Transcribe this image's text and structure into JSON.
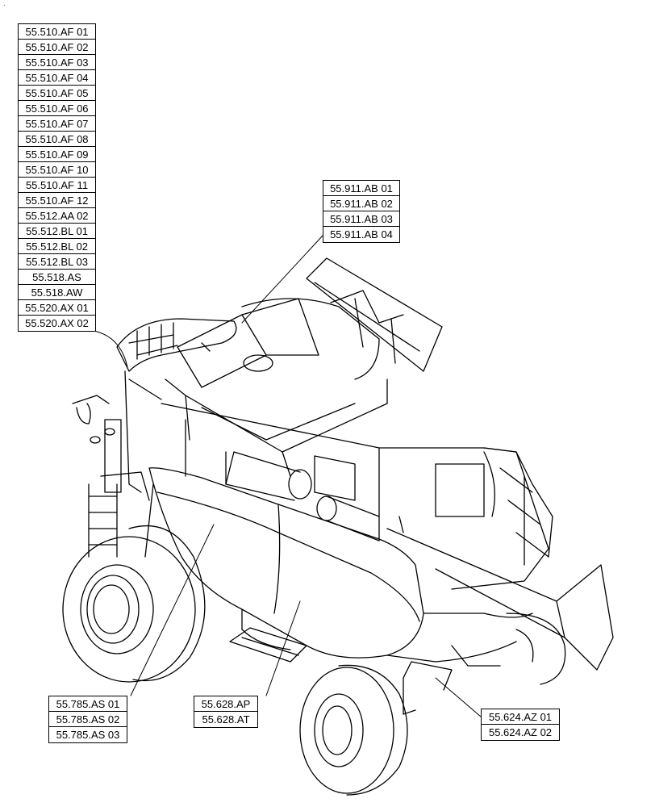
{
  "corner_mark": "·",
  "callouts": {
    "left_stack": [
      "55.510.AF 01",
      "55.510.AF 02",
      "55.510.AF 03",
      "55.510.AF 04",
      "55.510.AF 05",
      "55.510.AF 06",
      "55.510.AF 07",
      "55.510.AF 08",
      "55.510.AF 09",
      "55.510.AF 10",
      "55.510.AF 11",
      "55.510.AF 12",
      "55.512.AA 02",
      "55.512.BL 01",
      "55.512.BL 02",
      "55.512.BL 03",
      "55.518.AS",
      "55.518.AW",
      "55.520.AX 01",
      "55.520.AX 02"
    ],
    "top_stack": [
      "55.911.AB 01",
      "55.911.AB 02",
      "55.911.AB 03",
      "55.911.AB 04"
    ],
    "wheel_stack": [
      "55.785.AS 01",
      "55.785.AS 02",
      "55.785.AS 03"
    ],
    "mid_stack": [
      "55.628.AP",
      "55.628.AT"
    ],
    "right_stack": [
      "55.624.AZ 01",
      "55.624.AZ 02"
    ]
  },
  "colors": {
    "line": "#000000",
    "background": "#ffffff"
  }
}
